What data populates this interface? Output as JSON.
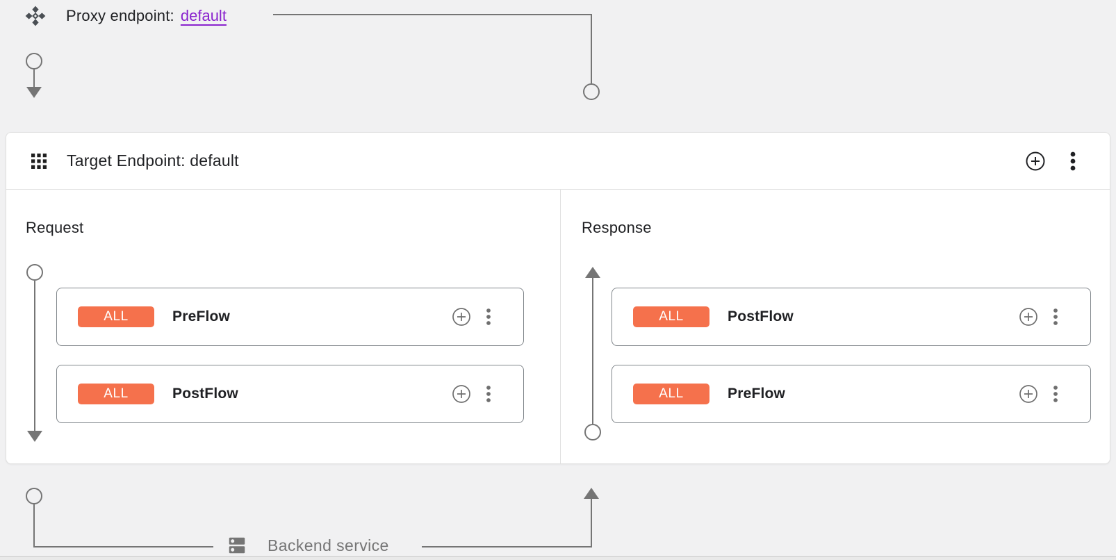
{
  "colors": {
    "background": "#f1f1f2",
    "card_bg": "#ffffff",
    "connector": "#757575",
    "badge_bg": "#f5714c",
    "badge_text": "#ffffff",
    "link": "#8a23ce",
    "text_primary": "#202124",
    "text_muted": "#757575",
    "border": "#e0e0e0",
    "box_border": "#80868b"
  },
  "proxy_endpoint": {
    "label": "Proxy endpoint:",
    "link_text": "default",
    "icon": "proxy-endpoint-diamond-icon"
  },
  "target_endpoint": {
    "title": "Target Endpoint: default",
    "grid_icon": "apps-grid-icon",
    "add_icon": "add-circle-icon",
    "menu_icon": "kebab-menu-icon"
  },
  "request_panel": {
    "label": "Request",
    "flows": [
      {
        "badge": "ALL",
        "name": "PreFlow"
      },
      {
        "badge": "ALL",
        "name": "PostFlow"
      }
    ]
  },
  "response_panel": {
    "label": "Response",
    "flows": [
      {
        "badge": "ALL",
        "name": "PostFlow"
      },
      {
        "badge": "ALL",
        "name": "PreFlow"
      }
    ]
  },
  "backend_service": {
    "label": "Backend service",
    "icon": "dns-server-icon"
  }
}
